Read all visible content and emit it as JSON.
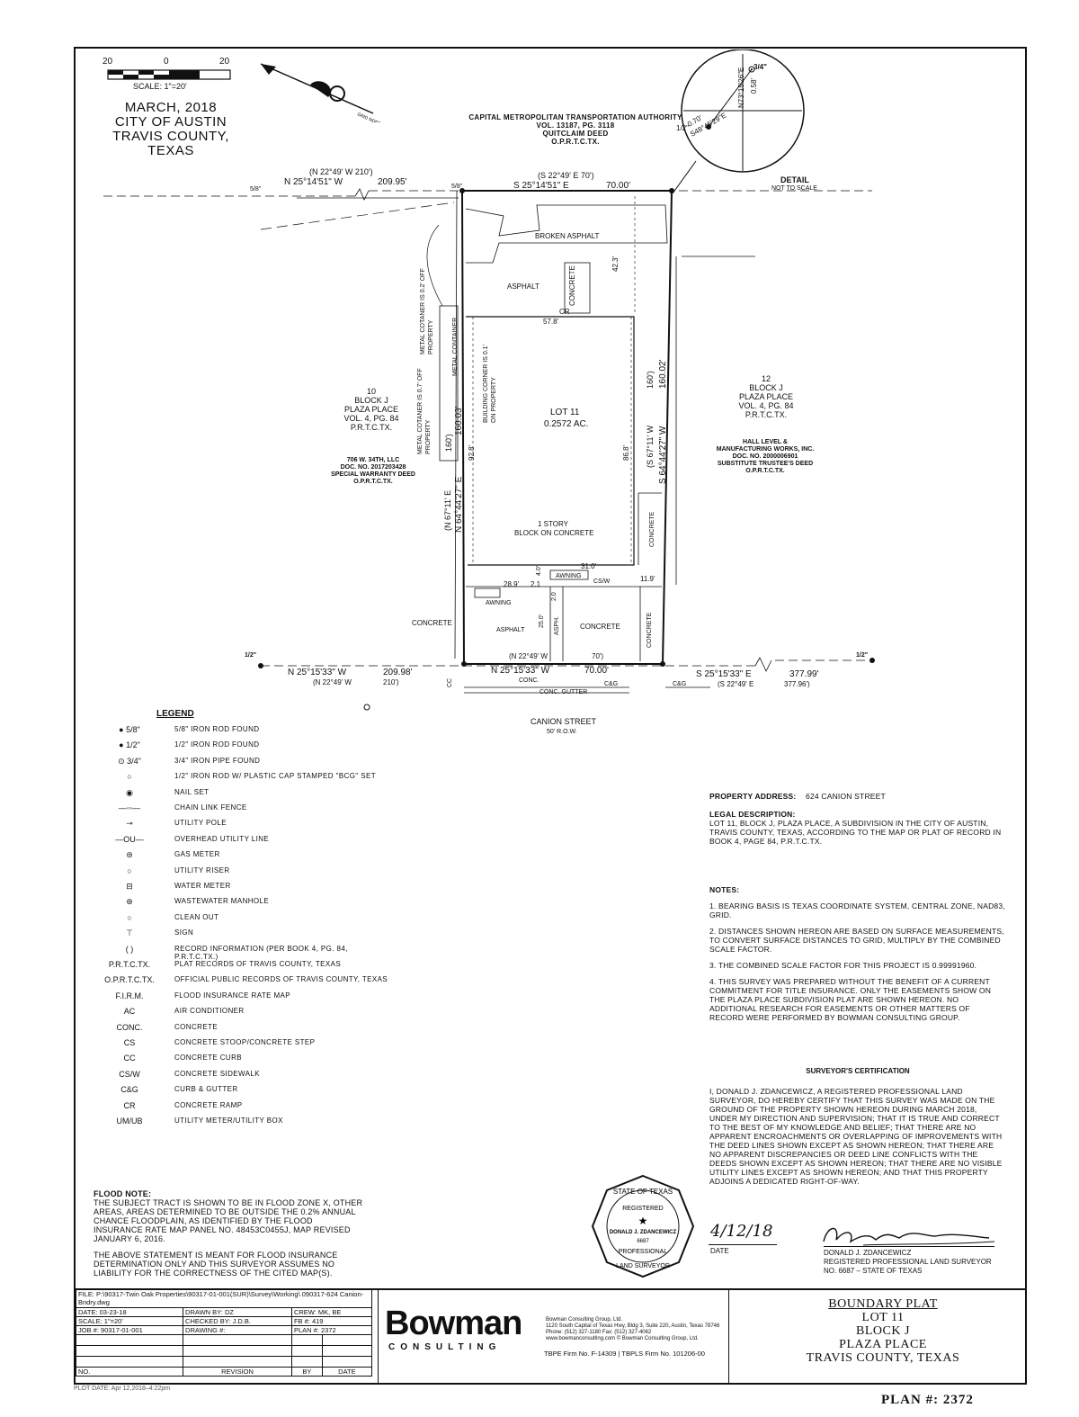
{
  "header": {
    "scale_left": "20",
    "scale_mid": "0",
    "scale_right": "20",
    "scale_label": "SCALE: 1\"=20'",
    "date_line1": "MARCH, 2018",
    "date_line2": "CITY OF AUSTIN",
    "date_line3": "TRAVIS COUNTY, TEXAS",
    "north_label": "GRID NORTH"
  },
  "top_owner": {
    "line1": "CAPITAL METROPOLITAN TRANSPORTATION AUTHORITY",
    "line2": "VOL. 13187, PG. 3118",
    "line3": "QUITCLAIM DEED",
    "line4": "O.P.R.T.C.TX."
  },
  "detail": {
    "label": "DETAIL",
    "sub": "NOT TO SCALE",
    "bearing1": "N73°15'26\"E",
    "dist1": "0.58'",
    "bearing2": "S48°45'29\"E",
    "dist2": "0.70'",
    "mon_left": "1/2\"",
    "mon_right": "3/4\""
  },
  "plat": {
    "top_left_record": "(N 22°49' W 210')",
    "top_left_bearing": "N 25°14'51\" W",
    "top_left_dist": "209.95'",
    "top_record": "(S 22°49' E 70')",
    "top_bearing": "S 25°14'51\" E",
    "top_dist": "70.00'",
    "mon_58_a": "5/8\"",
    "mon_58_b": "5/8\"",
    "broken_asphalt": "BROKEN ASPHALT",
    "asphalt": "ASPHALT",
    "concrete": "CONCRETE",
    "cr": "CR",
    "dim_578": "57.8'",
    "dim_423": "42.3'",
    "metal_container_1": "METAL COTANER IS 0.2' OFF PROPERTY",
    "metal_container_2": "METAL CONTAINER",
    "metal_container_3": "METAL COTANER IS 0.7' OFF PROPERTY",
    "building_corner": "BUILDING CORNER IS 0.1' ON PROPERTY",
    "lot": "LOT 11",
    "acres": "0.2572 AC.",
    "story": "1 STORY",
    "block_on_concrete": "BLOCK ON CONCRETE",
    "dim_928": "92.8'",
    "dim_868": "86.8'",
    "left_side_bearing": "N 64°44'27\" E",
    "left_side_record": "(N 67°11' E",
    "left_side_dist": "160.03'",
    "left_record_160": "160')",
    "right_side_bearing": "S 64°44'27\" W",
    "right_side_record": "(S 67°11' W",
    "right_side_dist": "160.02'",
    "right_record_160": "160')",
    "dim_310": "31.0'",
    "awning": "AWNING",
    "csw": "CS/W",
    "dim_119": "11.9'",
    "dim_40": "4.0'",
    "dim_289": "28.9'",
    "dim_21": "2.1",
    "dim_20": "2.0",
    "dim_250": "25.0'",
    "awning2": "AWNING",
    "asphalt2": "ASPHALT",
    "asph": "ASPH.",
    "concrete2": "CONCRETE",
    "concrete_right": "CONCRETE",
    "concrete_left": "CONCRETE",
    "concrete_mid": "CONCRETE",
    "bottom_record": "(N 22°49' W",
    "bottom_record2": "70')",
    "mon_12_left": "1/2\"",
    "mon_12_right": "1/2\"",
    "bl_bearing": "N 25°15'33\" W",
    "bl_dist": "209.98'",
    "bl_record": "(N 22°49' W",
    "bl_record2": "210')",
    "bm_bearing": "N 25°15'33\" W",
    "bm_dist": "70.00'",
    "br_bearing": "S 25°15'33\" E",
    "br_dist": "377.99'",
    "br_record": "(S 22°49' E",
    "br_record2": "377.96')",
    "conc": "CONC.",
    "conc_gutter": "CONC. GUTTER",
    "cg_1": "C&G",
    "cg_2": "C&G",
    "cc": "CC",
    "street": "CANION STREET",
    "row": "50' R.O.W.",
    "left_lot_1": "10",
    "left_lot_2": "BLOCK J",
    "left_lot_3": "PLAZA PLACE",
    "left_lot_4": "VOL. 4, PG. 84",
    "left_lot_5": "P.R.T.C.TX.",
    "left_owner_1": "706 W. 34TH, LLC",
    "left_owner_2": "DOC. NO. 2017203428",
    "left_owner_3": "SPECIAL WARRANTY DEED",
    "left_owner_4": "O.P.R.T.C.TX.",
    "right_lot_1": "12",
    "right_lot_2": "BLOCK J",
    "right_lot_3": "PLAZA PLACE",
    "right_lot_4": "VOL. 4, PG. 84",
    "right_lot_5": "P.R.T.C.TX.",
    "right_owner_1": "HALL LEVEL &",
    "right_owner_2": "MANUFACTURING WORKS, INC.",
    "right_owner_3": "DOC. NO. 2000006901",
    "right_owner_4": "SUBSTITUTE TRUSTEE'S DEED",
    "right_owner_5": "O.P.R.T.C.TX."
  },
  "legend": {
    "title": "LEGEND",
    "items": [
      {
        "sym": "● 5/8\"",
        "desc": "5/8\" IRON ROD FOUND"
      },
      {
        "sym": "● 1/2\"",
        "desc": "1/2\" IRON ROD FOUND"
      },
      {
        "sym": "⊙ 3/4\"",
        "desc": "3/4\" IRON PIPE FOUND"
      },
      {
        "sym": "○",
        "desc": "1/2\" IRON ROD W/ PLASTIC CAP STAMPED \"BCG\" SET"
      },
      {
        "sym": "◉",
        "desc": "NAIL SET"
      },
      {
        "sym": "—◦◦—",
        "desc": "CHAIN LINK FENCE"
      },
      {
        "sym": "⊸",
        "desc": "UTILITY POLE"
      },
      {
        "sym": "—OU—",
        "desc": "OVERHEAD UTILITY LINE"
      },
      {
        "sym": "⊜",
        "desc": "GAS METER"
      },
      {
        "sym": "○",
        "desc": "UTILITY RISER"
      },
      {
        "sym": "⊟",
        "desc": "WATER METER"
      },
      {
        "sym": "⊛",
        "desc": "WASTEWATER MANHOLE"
      },
      {
        "sym": "○",
        "desc": "CLEAN OUT"
      },
      {
        "sym": "⊤",
        "desc": "SIGN"
      },
      {
        "sym": "(   )",
        "desc": "RECORD INFORMATION (PER BOOK 4, PG. 84, P.R.T.C.TX.)"
      },
      {
        "sym": "P.R.T.C.TX.",
        "desc": "PLAT RECORDS OF TRAVIS COUNTY, TEXAS"
      },
      {
        "sym": "O.P.R.T.C.TX.",
        "desc": "OFFICIAL PUBLIC RECORDS OF TRAVIS COUNTY, TEXAS"
      },
      {
        "sym": "F.I.R.M.",
        "desc": "FLOOD INSURANCE RATE MAP"
      },
      {
        "sym": "AC",
        "desc": "AIR CONDITIONER"
      },
      {
        "sym": "CONC.",
        "desc": "CONCRETE"
      },
      {
        "sym": "CS",
        "desc": "CONCRETE STOOP/CONCRETE STEP"
      },
      {
        "sym": "CC",
        "desc": "CONCRETE CURB"
      },
      {
        "sym": "CS/W",
        "desc": "CONCRETE SIDEWALK"
      },
      {
        "sym": "C&G",
        "desc": "CURB & GUTTER"
      },
      {
        "sym": "CR",
        "desc": "CONCRETE RAMP"
      },
      {
        "sym": "UM/UB",
        "desc": "UTILITY METER/UTILITY BOX"
      }
    ]
  },
  "flood_note": {
    "title": "FLOOD NOTE:",
    "p1": "THE SUBJECT TRACT IS SHOWN TO BE IN FLOOD ZONE X, OTHER AREAS, AREAS DETERMINED TO BE OUTSIDE THE 0.2% ANNUAL CHANCE FLOODPLAIN, AS IDENTIFIED BY THE FLOOD INSURANCE RATE MAP PANEL NO. 48453C0455J, MAP REVISED JANUARY 6, 2016.",
    "p2": "THE ABOVE STATEMENT IS MEANT FOR FLOOD INSURANCE DETERMINATION ONLY AND THIS SURVEYOR ASSUMES NO LIABILITY FOR THE CORRECTNESS OF THE CITED MAP(S)."
  },
  "property": {
    "address_label": "PROPERTY ADDRESS:",
    "address": "624 CANION STREET",
    "legal_label": "LEGAL DESCRIPTION:",
    "legal": "LOT 11, BLOCK J, PLAZA PLACE, A SUBDIVISION IN THE CITY OF AUSTIN, TRAVIS COUNTY, TEXAS, ACCORDING TO THE MAP OR PLAT OF RECORD IN BOOK 4, PAGE 84, P.R.T.C.TX."
  },
  "notes": {
    "title": "NOTES:",
    "n1": "1. BEARING BASIS IS TEXAS COORDINATE SYSTEM, CENTRAL ZONE, NAD83, GRID.",
    "n2": "2. DISTANCES SHOWN HEREON ARE BASED ON SURFACE MEASUREMENTS, TO CONVERT SURFACE DISTANCES TO GRID, MULTIPLY BY THE COMBINED SCALE FACTOR.",
    "n3": "3. THE COMBINED SCALE FACTOR FOR THIS PROJECT IS 0.99991960.",
    "n4": "4. THIS SURVEY WAS PREPARED WITHOUT THE BENEFIT OF A CURRENT COMMITMENT FOR TITLE INSURANCE. ONLY THE EASEMENTS SHOW ON THE PLAZA PLACE SUBDIVISION PLAT ARE SHOWN HEREON. NO ADDITIONAL RESEARCH FOR EASEMENTS OR OTHER MATTERS OF RECORD WERE PERFORMED BY BOWMAN CONSULTING GROUP."
  },
  "certification": {
    "title": "SURVEYOR'S CERTIFICATION",
    "text": "I, DONALD J. ZDANCEWICZ, A REGISTERED PROFESSIONAL LAND SURVEYOR, DO HEREBY CERTIFY THAT THIS SURVEY WAS MADE ON THE GROUND OF THE PROPERTY SHOWN HEREON DURING MARCH 2018, UNDER MY DIRECTION AND SUPERVISION; THAT IT IS TRUE AND CORRECT TO THE BEST OF MY KNOWLEDGE AND BELIEF; THAT THERE ARE NO APPARENT ENCROACHMENTS OR OVERLAPPING OF IMPROVEMENTS WITH THE DEED LINES SHOWN EXCEPT AS SHOWN HEREON; THAT THERE ARE NO APPARENT DISCREPANCIES OR DEED LINE CONFLICTS WITH THE DEEDS SHOWN EXCEPT AS SHOWN HEREON; THAT THERE ARE NO VISIBLE UTILITY LINES EXCEPT AS SHOWN HEREON; AND THAT THIS PROPERTY ADJOINS A DEDICATED RIGHT-OF-WAY.",
    "seal_top": "STATE OF TEXAS",
    "seal_reg": "REGISTERED",
    "seal_name": "DONALD J. ZDANCEWICZ",
    "seal_num": "6687",
    "seal_prof": "PROFESSIONAL",
    "seal_bottom": "LAND SURVEYOR",
    "date_value": "4/12/18",
    "date_label": "DATE",
    "sig_name": "DONALD J. ZDANCEWICZ",
    "sig_title": "REGISTERED PROFESSIONAL LAND SURVEYOR",
    "sig_reg": "NO. 6687 – STATE OF TEXAS"
  },
  "title_block": {
    "file_label": "FILE:",
    "file": "P:\\90317-Twin Oak Properties\\90317-01-001(SUR)\\Survey\\Working\\ 090317-624 Canion-Bndry.dwg",
    "date_label": "DATE:",
    "date": "03-23-18",
    "drawn_label": "DRAWN BY:",
    "drawn": "DZ",
    "crew_label": "CREW:",
    "crew": "MK, BE",
    "scale_label": "SCALE:",
    "scale": "1\"=20'",
    "checked_label": "CHECKED BY:",
    "checked": "J.D.B.",
    "fb_label": "FB #:",
    "fb": "419",
    "job_label": "JOB #:",
    "job": "90317-01-001",
    "drawing_label": "DRAWING #:",
    "plan_label": "PLAN #:",
    "plan_small": "2372",
    "no_label": "NO.",
    "revision_label": "REVISION",
    "by_label": "BY",
    "rdate_label": "DATE",
    "plot_date": "PLOT DATE: Apr 12,2018–4:22pm",
    "logo_big": "Bowman",
    "logo_sub": "CONSULTING",
    "firm_1": "Bowman Consulting Group, Ltd.",
    "firm_2": "1120 South Capital of Texas Hwy, Bldg 3, Suite 220, Austin, Texas 78746",
    "firm_3": "Phone: (512) 327-1180          Fax: (512) 327-4062",
    "firm_4": "www.bowmanconsulting.com  ©  Bowman Consulting Group, Ltd.",
    "firm_5": "TBPE Firm No. F-14309  |  TBPLS Firm No. 101206-00",
    "plat_title": "BOUNDARY PLAT",
    "plat_l1": "LOT 11",
    "plat_l2": "BLOCK J",
    "plat_l3": "PLAZA PLACE",
    "plat_l4": "TRAVIS COUNTY, TEXAS",
    "plan_big_label": "PLAN #:",
    "plan_big": "2372"
  }
}
